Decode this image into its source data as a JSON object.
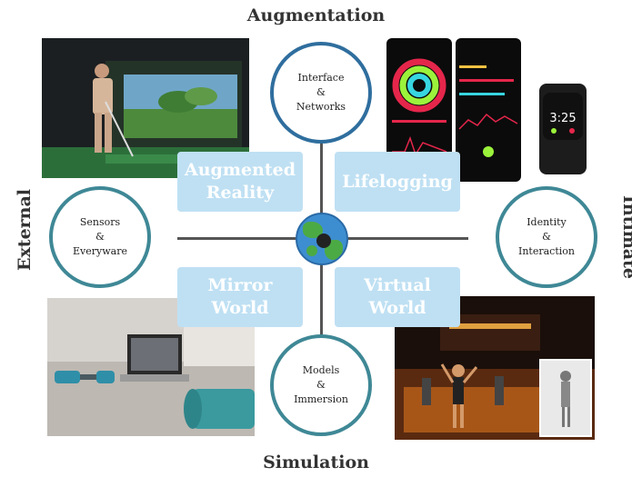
{
  "axes": {
    "top": "Augmentation",
    "bottom": "Simulation",
    "left": "External",
    "right": "Intimate"
  },
  "circles": {
    "top": [
      "Interface",
      "&",
      "Networks"
    ],
    "left": [
      "Sensors",
      "&",
      "Everyware"
    ],
    "right": [
      "Identity",
      "&",
      "Interaction"
    ],
    "bottom": [
      "Models",
      "&",
      "Immersion"
    ]
  },
  "quadrants": {
    "augmented_reality": [
      "Augmented",
      "Reality"
    ],
    "lifelogging": [
      "Lifelogging"
    ],
    "mirror_world": [
      "Mirror",
      "World"
    ],
    "virtual_world": [
      "Virtual",
      "World"
    ]
  },
  "watch": {
    "time": "3:25"
  },
  "colors": {
    "box_fill": "#bfe0f3",
    "circle_teal": "#3f8896",
    "circle_blue": "#2f6e9e",
    "axis_line": "#555555"
  }
}
